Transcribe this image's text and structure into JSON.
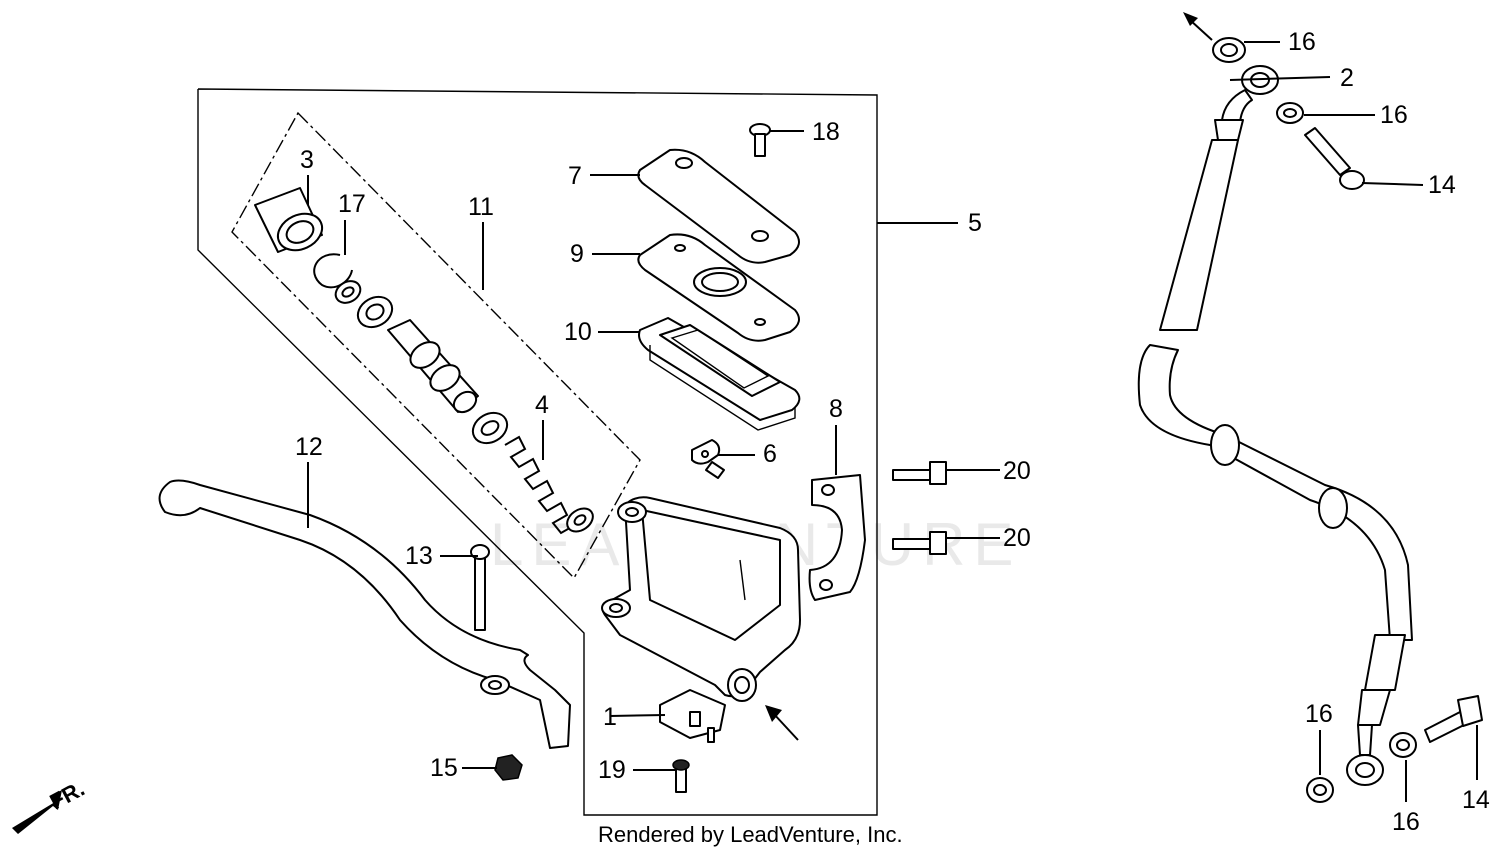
{
  "watermark": "LEADVENTURE",
  "footer": "Rendered by LeadVenture, Inc.",
  "direction_label": "FR.",
  "callouts": {
    "c1": "1",
    "c2": "2",
    "c3": "3",
    "c4": "4",
    "c5": "5",
    "c6": "6",
    "c7": "7",
    "c8": "8",
    "c9": "9",
    "c10": "10",
    "c11": "11",
    "c12": "12",
    "c13": "13",
    "c14a": "14",
    "c14b": "14",
    "c15": "15",
    "c16a": "16",
    "c16b": "16",
    "c16c": "16",
    "c16d": "16",
    "c17": "17",
    "c18": "18",
    "c19": "19",
    "c20a": "20",
    "c20b": "20"
  }
}
